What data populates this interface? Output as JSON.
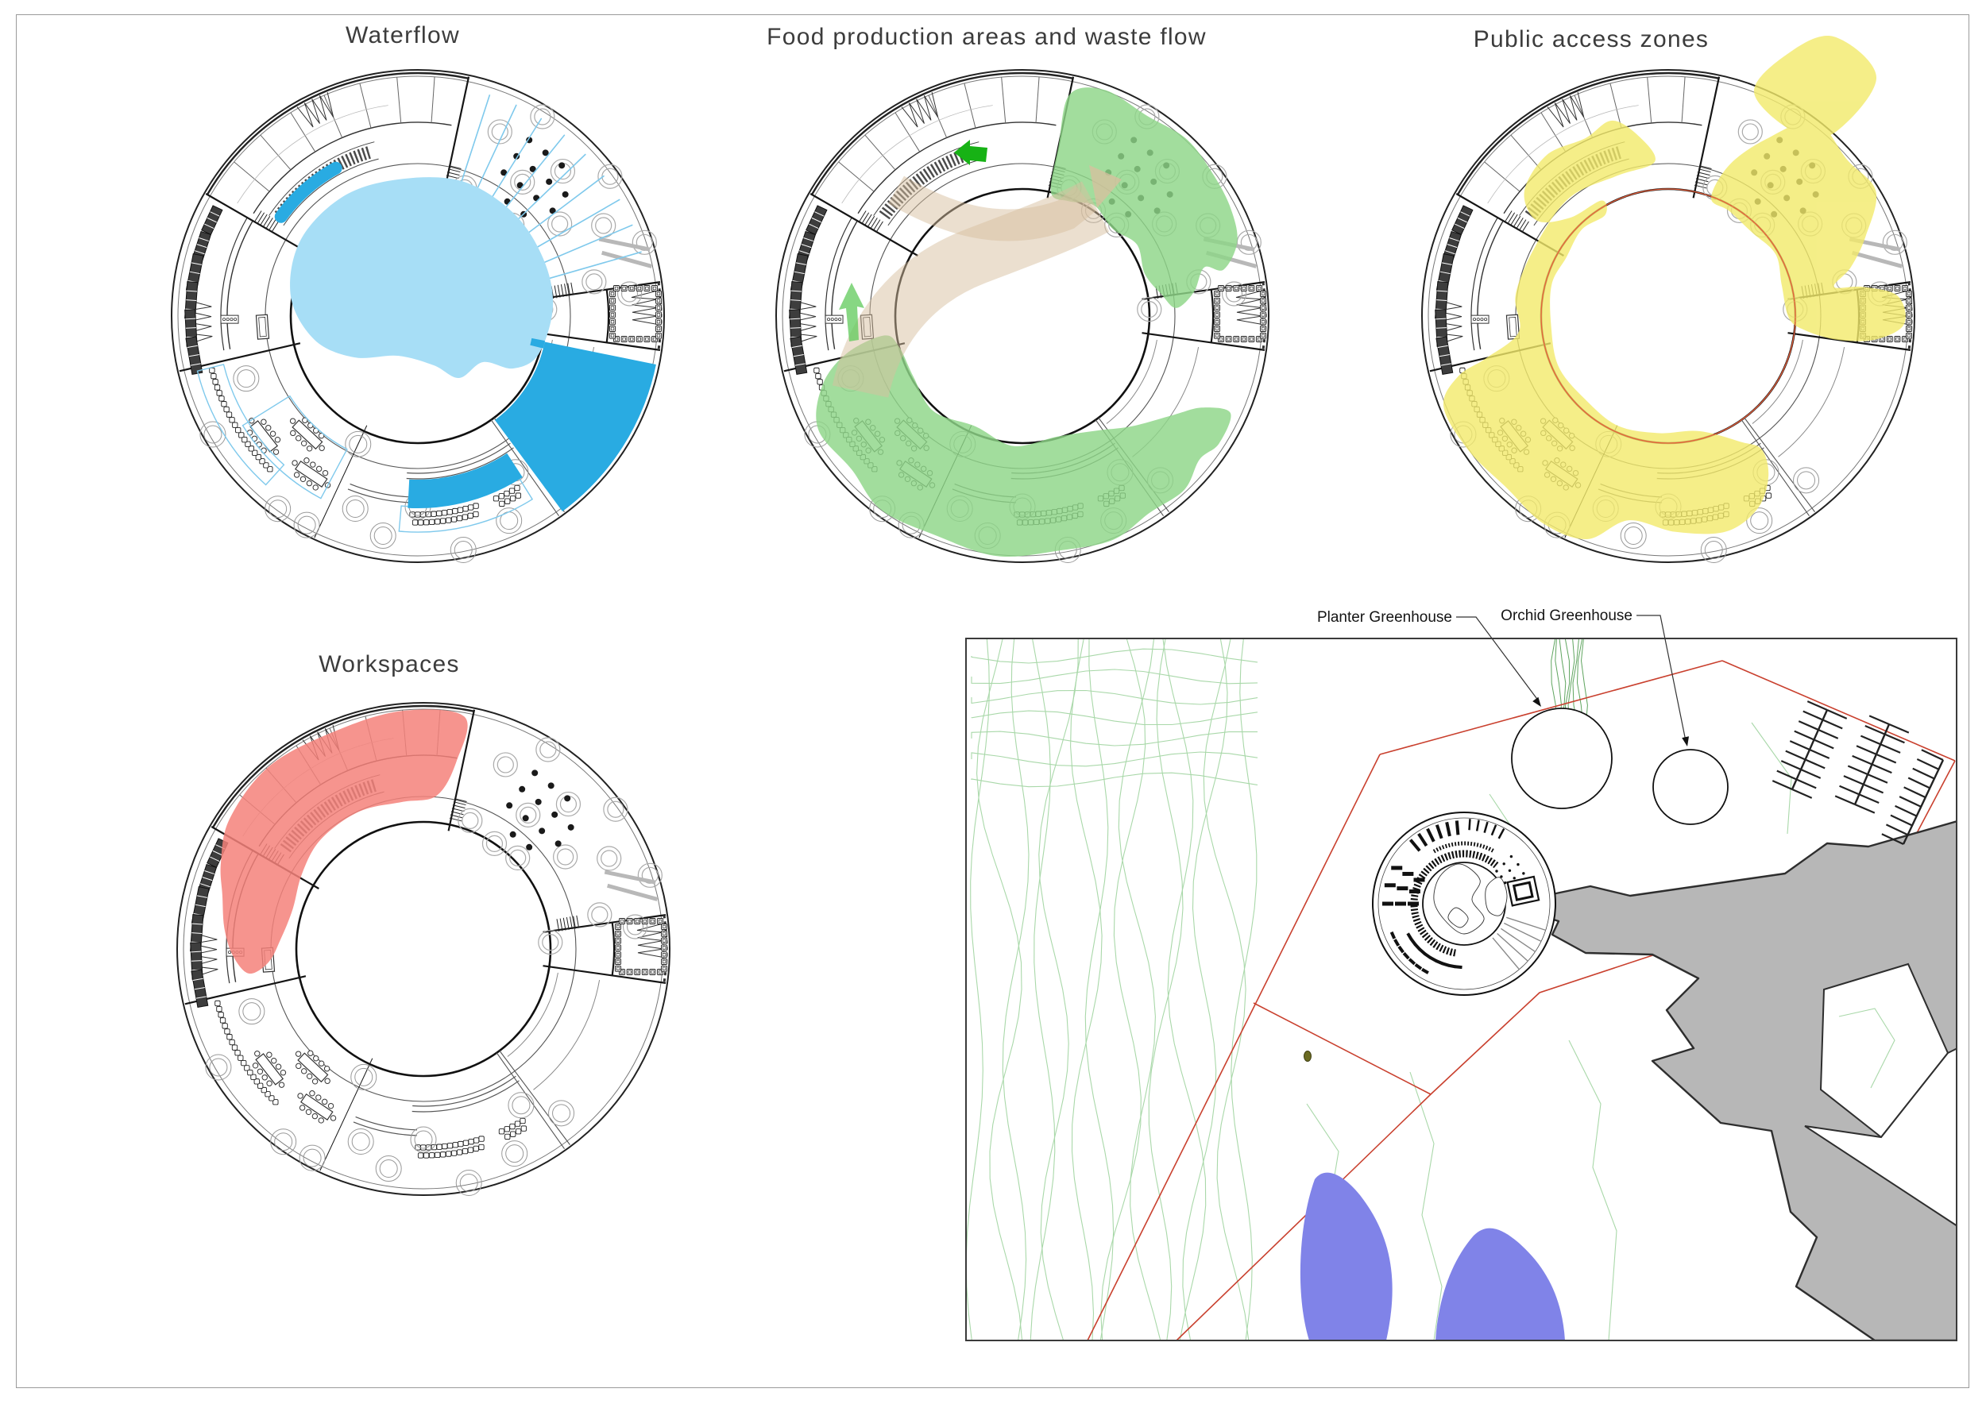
{
  "sheet": {
    "kind": "architectural concept diagram sheet"
  },
  "diagrams": [
    {
      "id": "waterflow",
      "title": "Waterflow"
    },
    {
      "id": "food-waste",
      "title": "Food production areas and waste flow"
    },
    {
      "id": "public-access",
      "title": "Public access zones"
    },
    {
      "id": "workspaces",
      "title": "Workspaces"
    }
  ],
  "site_plan": {
    "labels": [
      "Planter Greenhouse",
      "Orchid Greenhouse"
    ],
    "features": [
      "circular building plan",
      "planter greenhouse circle",
      "orchid greenhouse circle",
      "parking rows",
      "road",
      "ponds",
      "contour lines",
      "property boundary"
    ]
  },
  "palette": {
    "water_dark": "#29abe2",
    "water_light": "#a7def6",
    "water_line": "#7fc9ec",
    "food_green": "#8ed687",
    "food_green_bright": "#17b215",
    "waste_tan": "#d8bf9f",
    "public_yellow": "#f2ea6a",
    "courtyard_rim": "#e8603c",
    "workspace_red": "#f4817a",
    "plan_line": "#1a1a1a",
    "plan_gray": "#8c8c8c",
    "contour_green": "#a9d8a9",
    "contour_dark": "#5fa55f",
    "boundary_red": "#c9402e",
    "road_gray": "#b7b7b7",
    "road_edge": "#2e2e2e",
    "pond_blue": "#8083e8"
  }
}
